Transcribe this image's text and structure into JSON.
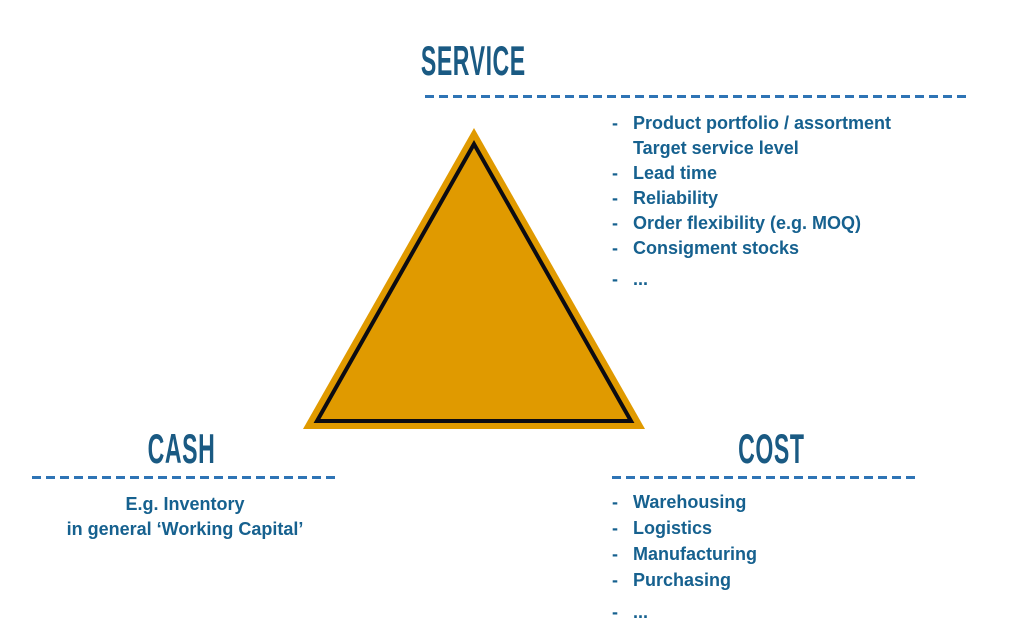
{
  "colors": {
    "heading_text": "#1A5A83",
    "body_text": "#16618F",
    "divider": "#2E74B5",
    "triangle_fill": "#E09A00",
    "triangle_inner_border": "#0B0B12"
  },
  "sections": {
    "service": {
      "title": "SERVICE",
      "items": [
        {
          "bullet": "-",
          "text": "Product portfolio / assortment"
        },
        {
          "bullet": "",
          "text": "Target service level"
        },
        {
          "bullet": "-",
          "text": "Lead time"
        },
        {
          "bullet": "-",
          "text": "Reliability"
        },
        {
          "bullet": "-",
          "text": "Order flexibility (e.g. MOQ)"
        },
        {
          "bullet": "-",
          "text": "Consigment stocks"
        },
        {
          "bullet": "-",
          "text": "..."
        }
      ]
    },
    "cash": {
      "title": "CASH",
      "note_line1": "E.g. Inventory",
      "note_line2": "in general ‘Working Capital’"
    },
    "cost": {
      "title": "COST",
      "items": [
        {
          "bullet": "-",
          "text": "Warehousing"
        },
        {
          "bullet": "-",
          "text": "Logistics"
        },
        {
          "bullet": "-",
          "text": "Manufacturing"
        },
        {
          "bullet": "-",
          "text": "Purchasing"
        },
        {
          "bullet": "-",
          "text": "..."
        }
      ]
    }
  }
}
